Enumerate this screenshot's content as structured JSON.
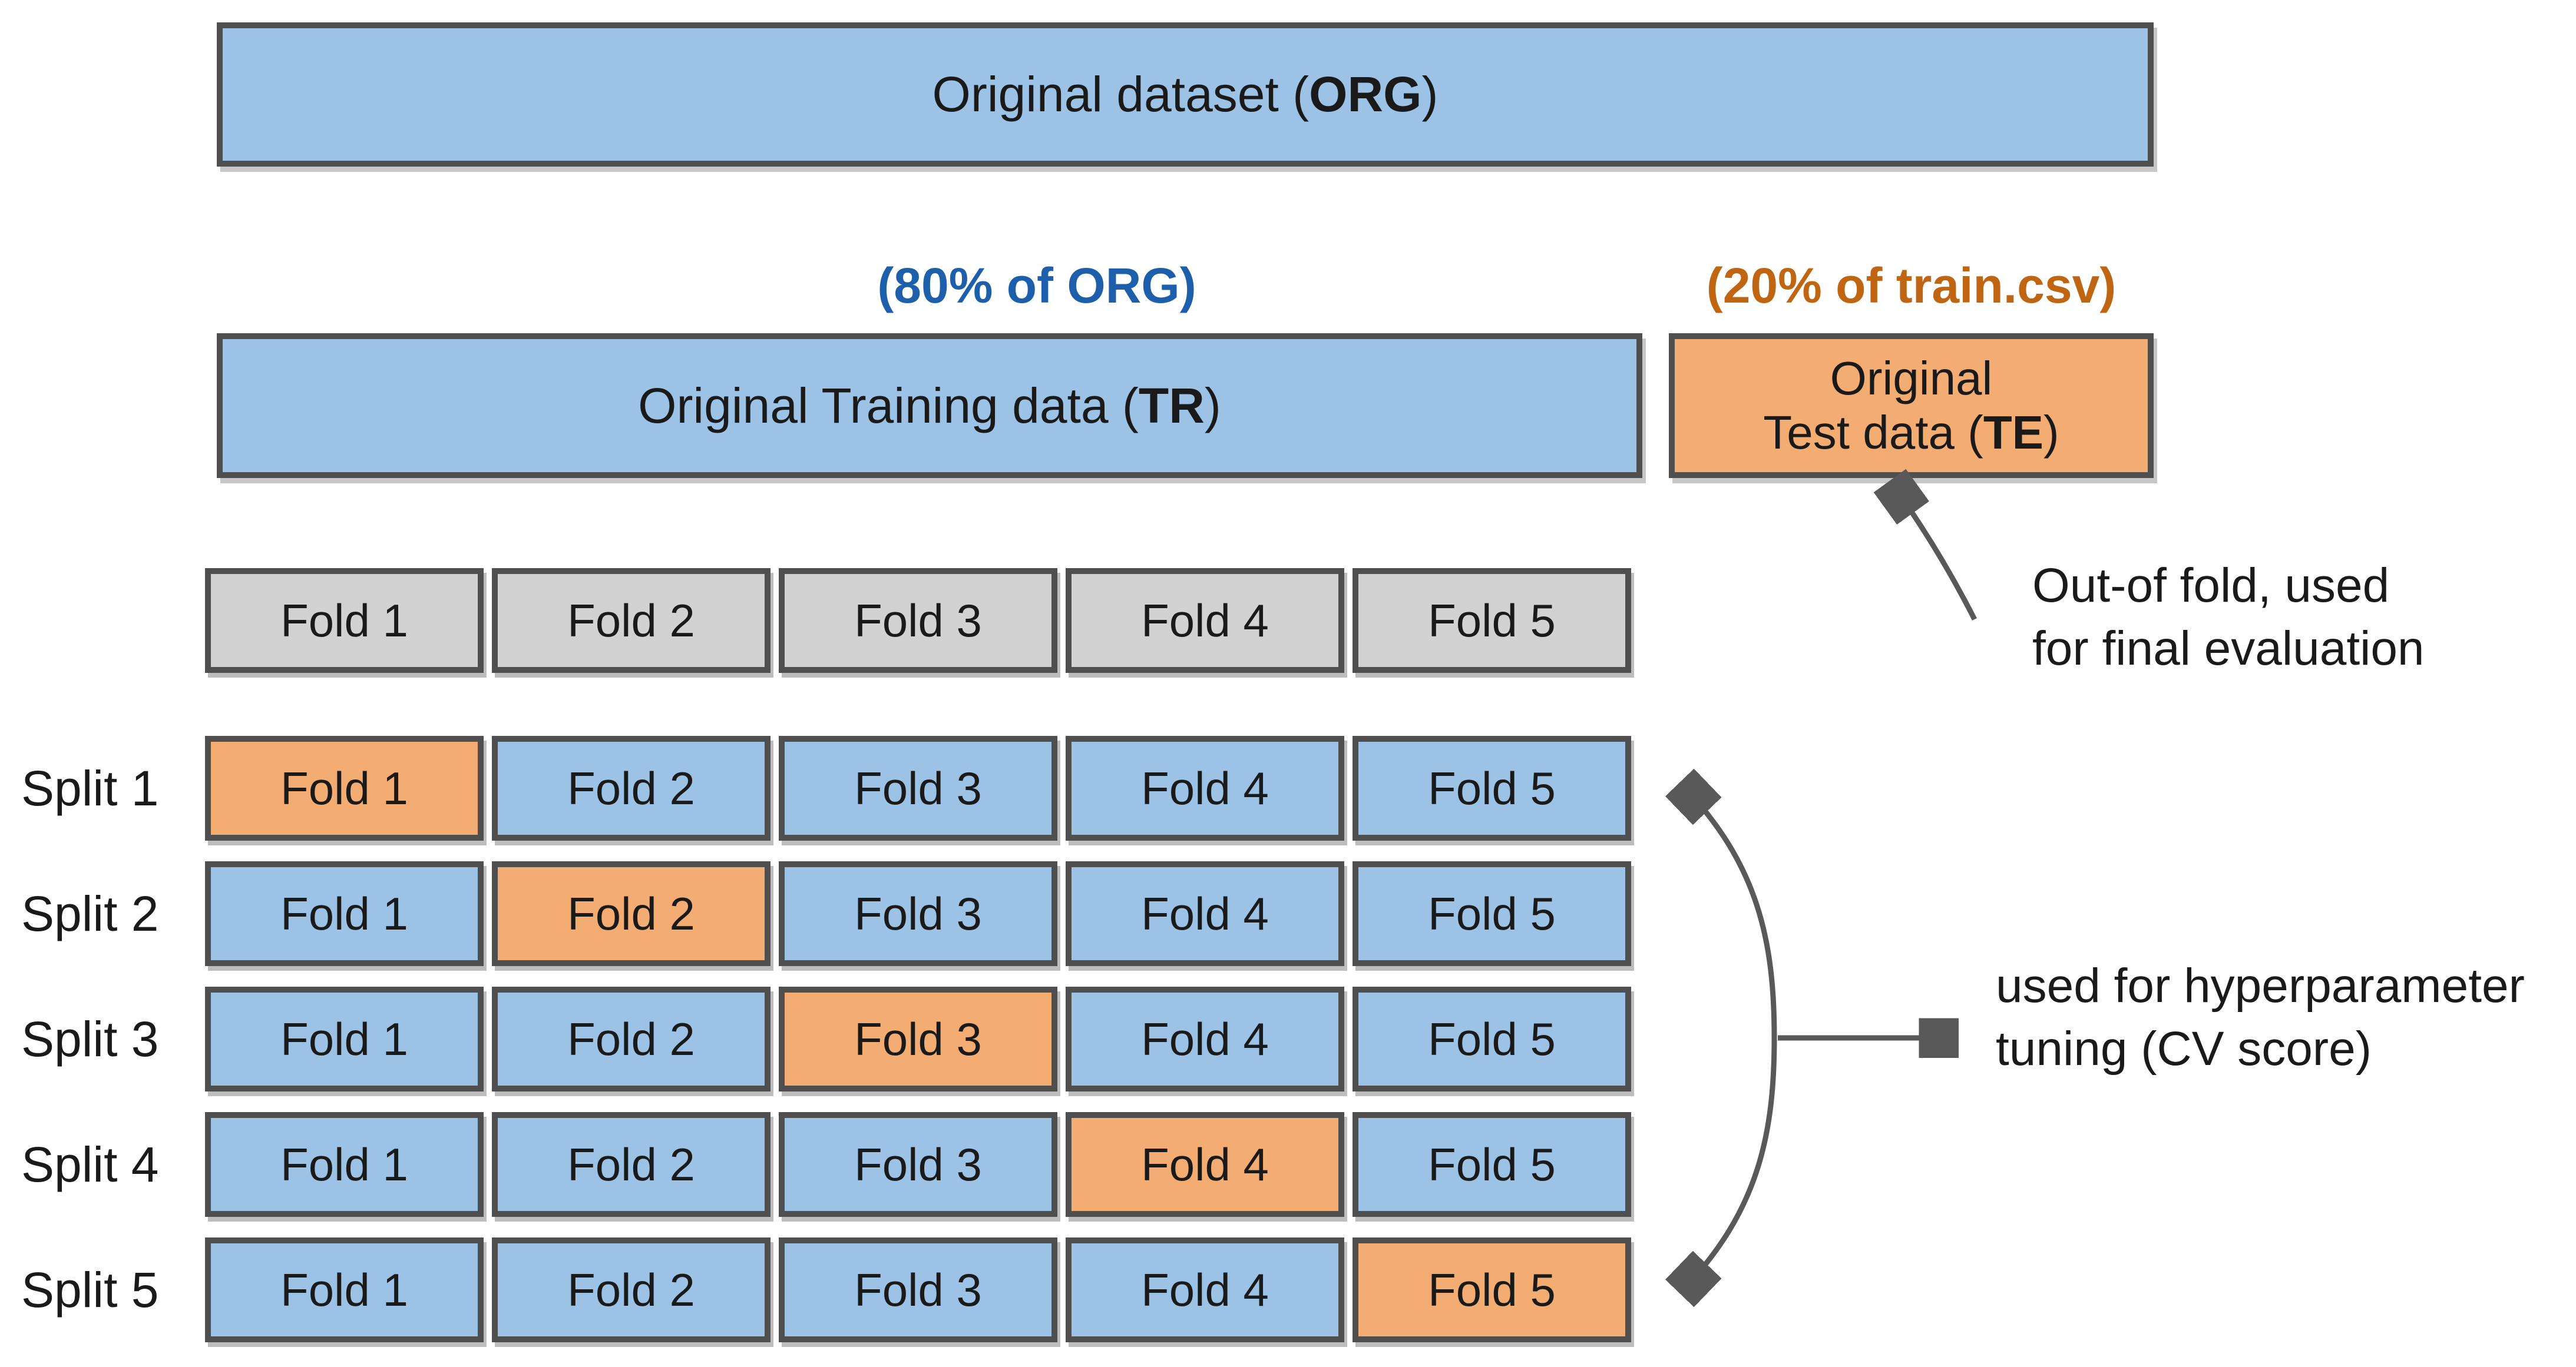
{
  "colors": {
    "box_blue": "#9cc3e5",
    "box_orange": "#f3ac72",
    "box_gray": "#d2d2d2",
    "box_border": "#4f4f4f",
    "label_blue": "#1e5fab",
    "label_orange": "#c06511",
    "arrow_gray": "#595959",
    "text_dark": "#1a1a1a"
  },
  "org_box": {
    "pre": "Original dataset (",
    "abbr": "ORG",
    "post": ")"
  },
  "train_pct_label": "(80% of ORG)",
  "test_pct_label": "(20% of train.csv)",
  "tr_box": {
    "pre": "Original Training data (",
    "abbr": "TR",
    "post": ")"
  },
  "te_box": {
    "line1": "Original",
    "pre": "Test data (",
    "abbr": "TE",
    "post": ")"
  },
  "fold_headers": [
    "Fold 1",
    "Fold 2",
    "Fold 3",
    "Fold 4",
    "Fold 5"
  ],
  "splits": [
    {
      "label": "Split 1",
      "folds": [
        {
          "label": "Fold 1",
          "state": "test"
        },
        {
          "label": "Fold 2",
          "state": "train"
        },
        {
          "label": "Fold 3",
          "state": "train"
        },
        {
          "label": "Fold 4",
          "state": "train"
        },
        {
          "label": "Fold 5",
          "state": "train"
        }
      ]
    },
    {
      "label": "Split 2",
      "folds": [
        {
          "label": "Fold 1",
          "state": "train"
        },
        {
          "label": "Fold 2",
          "state": "test"
        },
        {
          "label": "Fold 3",
          "state": "train"
        },
        {
          "label": "Fold 4",
          "state": "train"
        },
        {
          "label": "Fold 5",
          "state": "train"
        }
      ]
    },
    {
      "label": "Split 3",
      "folds": [
        {
          "label": "Fold 1",
          "state": "train"
        },
        {
          "label": "Fold 2",
          "state": "train"
        },
        {
          "label": "Fold 3",
          "state": "test"
        },
        {
          "label": "Fold 4",
          "state": "train"
        },
        {
          "label": "Fold 5",
          "state": "train"
        }
      ]
    },
    {
      "label": "Split 4",
      "folds": [
        {
          "label": "Fold 1",
          "state": "train"
        },
        {
          "label": "Fold 2",
          "state": "train"
        },
        {
          "label": "Fold 3",
          "state": "train"
        },
        {
          "label": "Fold 4",
          "state": "test"
        },
        {
          "label": "Fold 5",
          "state": "train"
        }
      ]
    },
    {
      "label": "Split 5",
      "folds": [
        {
          "label": "Fold 1",
          "state": "train"
        },
        {
          "label": "Fold 2",
          "state": "train"
        },
        {
          "label": "Fold 3",
          "state": "train"
        },
        {
          "label": "Fold 4",
          "state": "train"
        },
        {
          "label": "Fold 5",
          "state": "test"
        }
      ]
    }
  ],
  "annotations": {
    "oof_line1": "Out-of fold, used",
    "oof_line2": "for final evaluation",
    "cv_line1": "used for hyperparameter",
    "cv_line2": "tuning (CV score)"
  }
}
